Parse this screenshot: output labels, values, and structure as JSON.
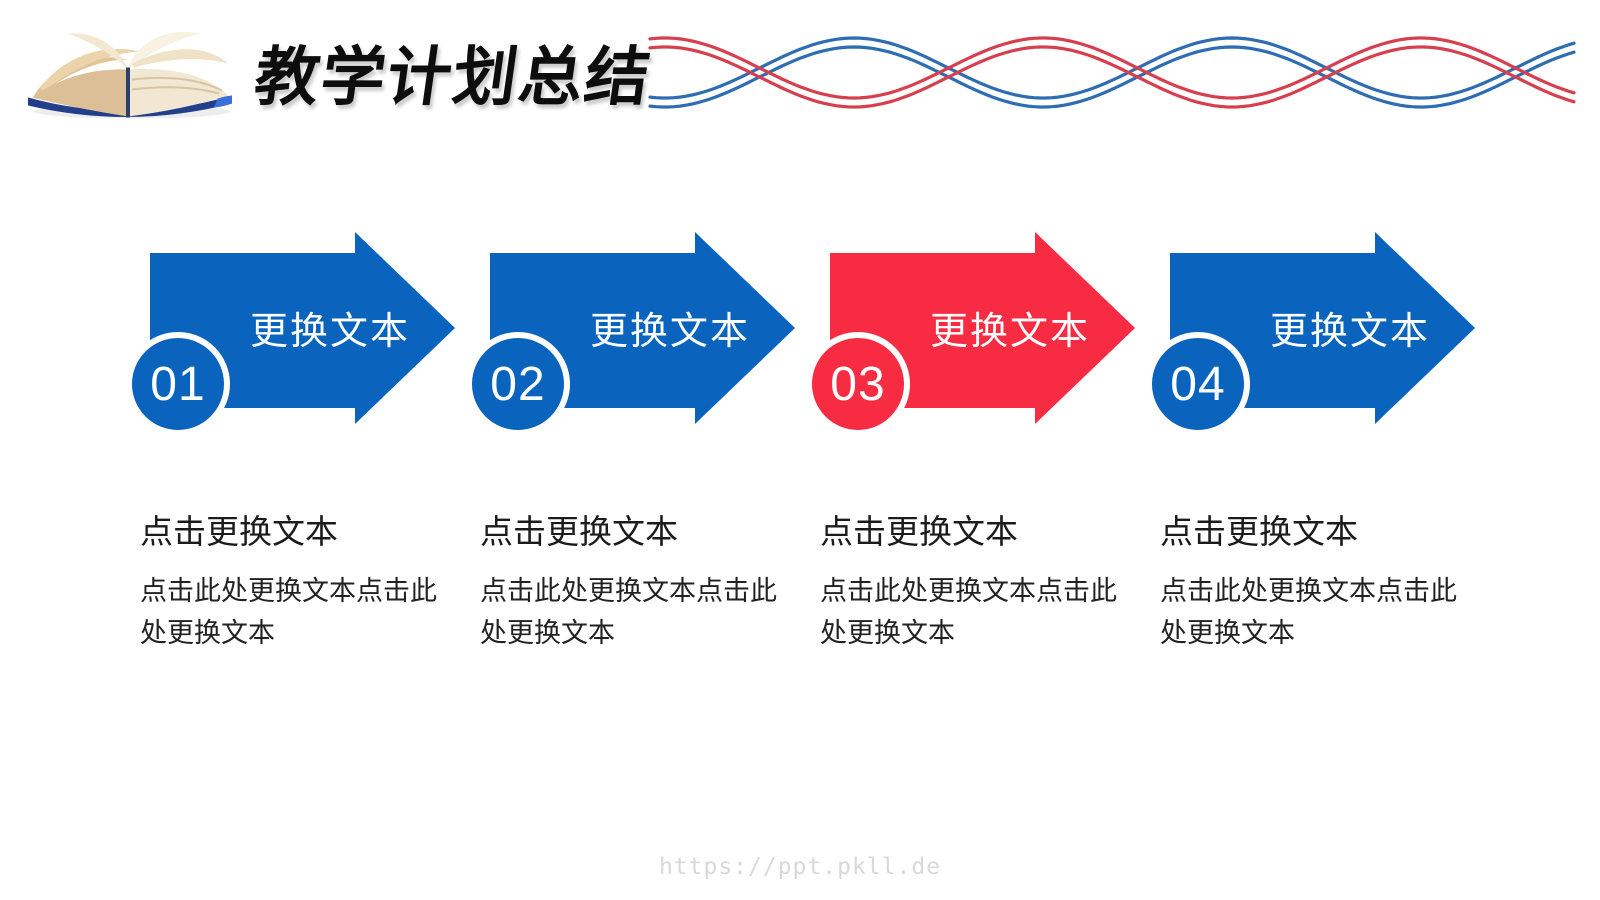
{
  "header": {
    "title": "教学计划总结",
    "book_icon": "open-book"
  },
  "colors": {
    "accent_blue": "#0A64BE",
    "accent_red": "#F72C42",
    "wave_blue": "#2E6DB2",
    "wave_red": "#D6404E",
    "title_text": "#0D0D0D",
    "heading_text": "#1B1B1B",
    "body_text": "#222222",
    "watermark_text": "#D9D9DC",
    "step_text": "#FFFFFF"
  },
  "steps": [
    {
      "number": "01",
      "accent": "blue",
      "arrow_label": "更换文本",
      "heading": "点击更换文本",
      "body": "点击此处更换文本点击此处更换文本"
    },
    {
      "number": "02",
      "accent": "blue",
      "arrow_label": "更换文本",
      "heading": "点击更换文本",
      "body": "点击此处更换文本点击此处更换文本"
    },
    {
      "number": "03",
      "accent": "red",
      "arrow_label": "更换文本",
      "heading": "点击更换文本",
      "body": "点击此处更换文本点击此处更换文本"
    },
    {
      "number": "04",
      "accent": "blue",
      "arrow_label": "更换文本",
      "heading": "点击更换文本",
      "body": "点击此处更换文本点击此处更换文本"
    }
  ],
  "footer": {
    "watermark": "https://ppt.pkll.de"
  }
}
